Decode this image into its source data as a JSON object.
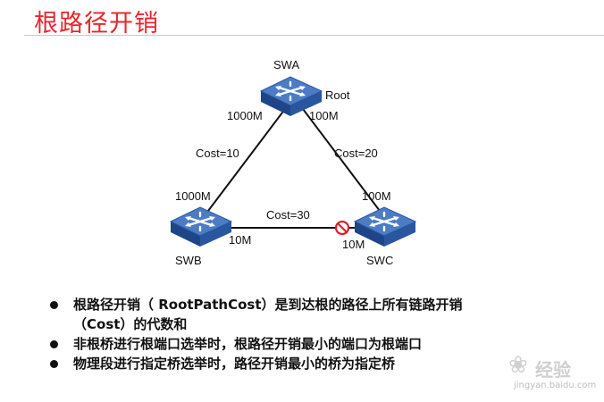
{
  "title": "根路径开销",
  "switches": {
    "swa": {
      "name": "SWA",
      "role": "Root"
    },
    "swb": {
      "name": "SWB"
    },
    "swc": {
      "name": "SWC"
    }
  },
  "links": {
    "swa_swb": {
      "cost": "Cost=10",
      "end_a_speed": "1000M",
      "end_b_speed": "1000M"
    },
    "swa_swc": {
      "cost": "Cost=20",
      "end_a_speed": "100M",
      "end_b_speed": "100M"
    },
    "swb_swc": {
      "cost": "Cost=30",
      "end_a_speed": "10M",
      "end_b_speed": "10M",
      "blocked_icon": "blocked-port-icon"
    }
  },
  "bullets": [
    {
      "line1": "根路径开销（ RootPathCost）是到达根的路径上所有链路开销",
      "line2": "（Cost）的代数和"
    },
    {
      "line1": "非根桥进行根端口选举时，根路径开销最小的端口为根端口"
    },
    {
      "line1": "物理段进行指定桥选举时，路径开销最小的桥为指定桥"
    }
  ],
  "watermark": {
    "text": "经验",
    "url": "jingyan.baidu.com",
    "icon": "paw-icon"
  },
  "colors": {
    "title": "#e8262c",
    "switch_top": "#3f6fb5",
    "switch_side": "#1f4589",
    "blocked": "#d9222a"
  }
}
